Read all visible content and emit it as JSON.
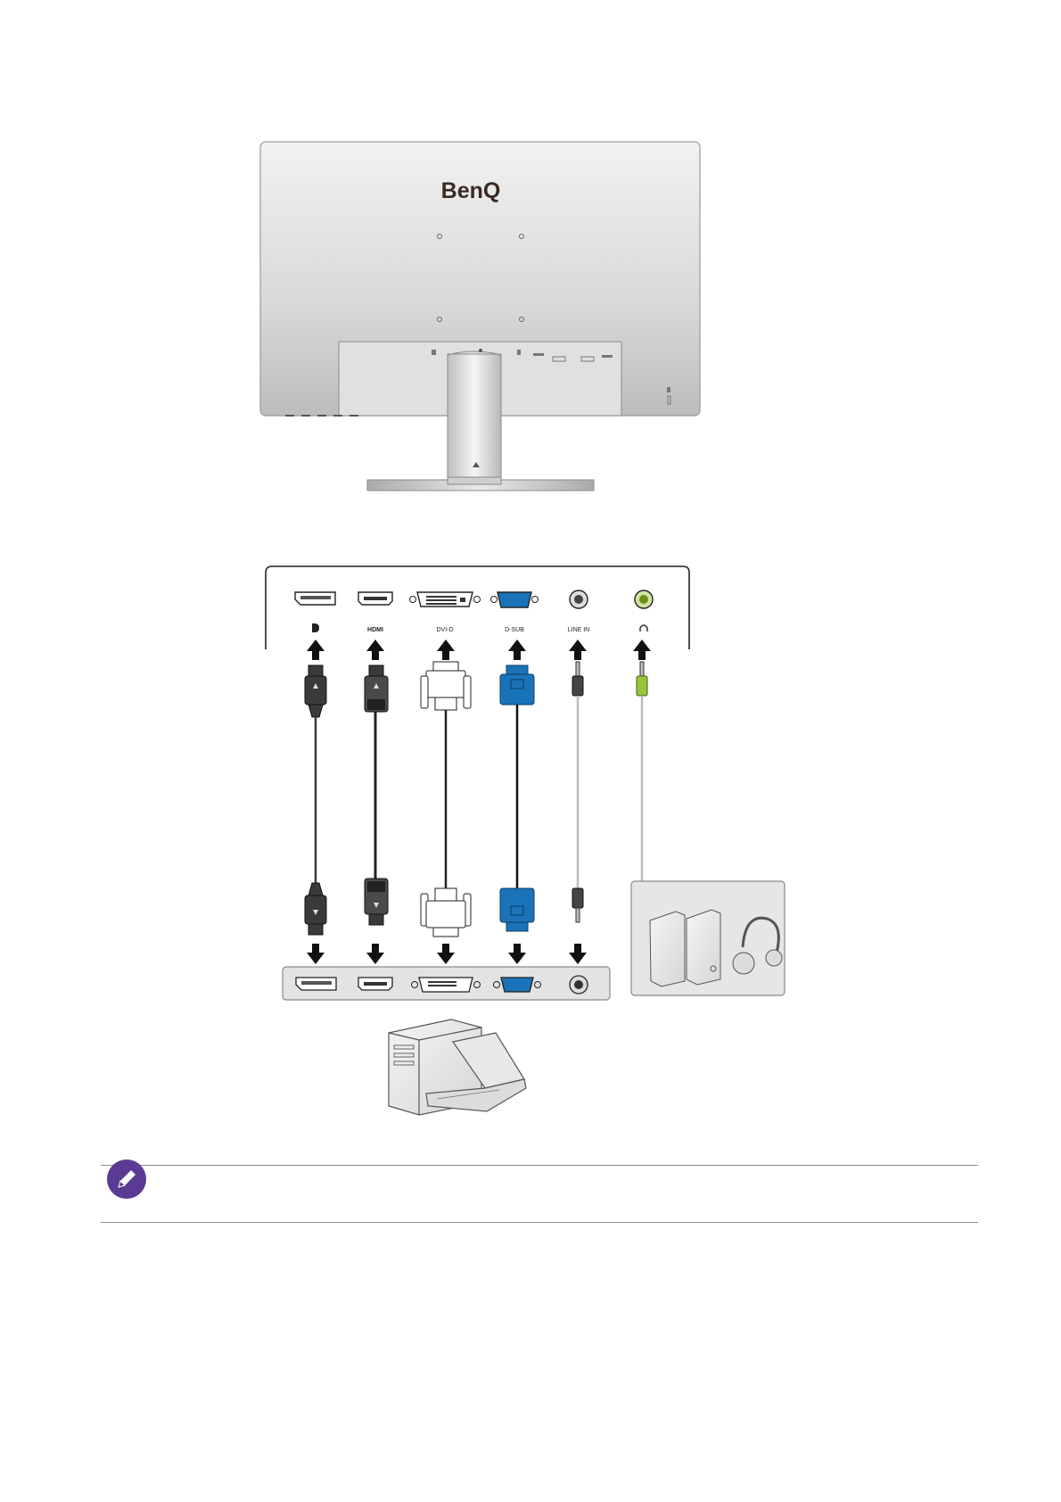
{
  "monitor": {
    "brand_logo": "BenQ",
    "back_port_icons": [
      "power-icon",
      "headphone-icon",
      "hdmi-icon",
      "displayport-icon",
      "dvi-icon",
      "dsub-icon",
      "lock-icon"
    ]
  },
  "port_panel": {
    "ports": [
      {
        "id": "dp",
        "label": "",
        "icon": "displayport-icon"
      },
      {
        "id": "hdmi",
        "label": "HDMI"
      },
      {
        "id": "dvi",
        "label": "DVI-D"
      },
      {
        "id": "dsub",
        "label": "D-SUB"
      },
      {
        "id": "linein",
        "label": "LINE IN"
      },
      {
        "id": "headphone",
        "label": "",
        "icon": "headphone-icon"
      }
    ]
  },
  "cables": {
    "colors": {
      "dp": "#3a3a3a",
      "hdmi": "#3a3a3a",
      "dvi": "#ffffff",
      "dsub": "#1a73b8",
      "audio": "#444444",
      "headphone_tip": "#9ac43a"
    }
  },
  "devices": {
    "computer": "computer-and-laptop-icon",
    "audio": "speakers-and-headphones-icon"
  },
  "note": {
    "icon": "pencil-icon",
    "badge_color": "#5b3a93"
  }
}
